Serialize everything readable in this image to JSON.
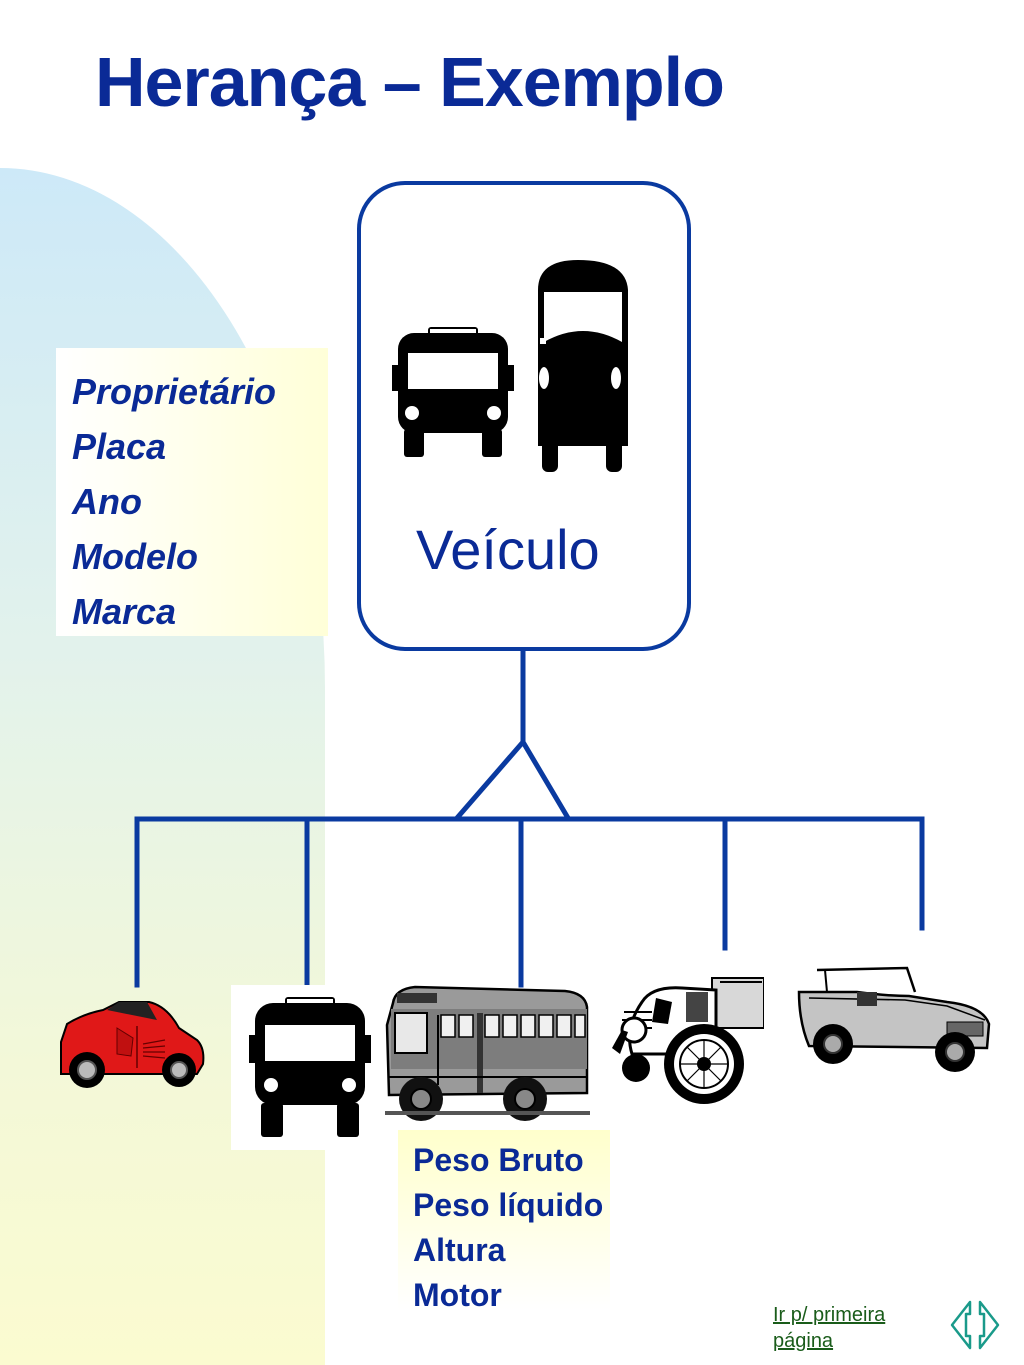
{
  "title": "Herança – Exemplo",
  "base_class": {
    "label": "Veículo",
    "attributes": [
      "Proprietário",
      "Placa",
      "Ano",
      "Modelo",
      "Marca"
    ]
  },
  "subclass_attributes": [
    "Peso Bruto",
    "Peso líquido",
    "Altura",
    "Motor"
  ],
  "navigation": {
    "first_page_link": "Ir p/ primeira página",
    "arrows_icon": "prev-next-arrows-icon"
  },
  "colors": {
    "primary_blue": "#0a2a96",
    "line_blue": "#0a3aa0",
    "car_red": "#e01818",
    "link_green": "#1a5c1a"
  }
}
